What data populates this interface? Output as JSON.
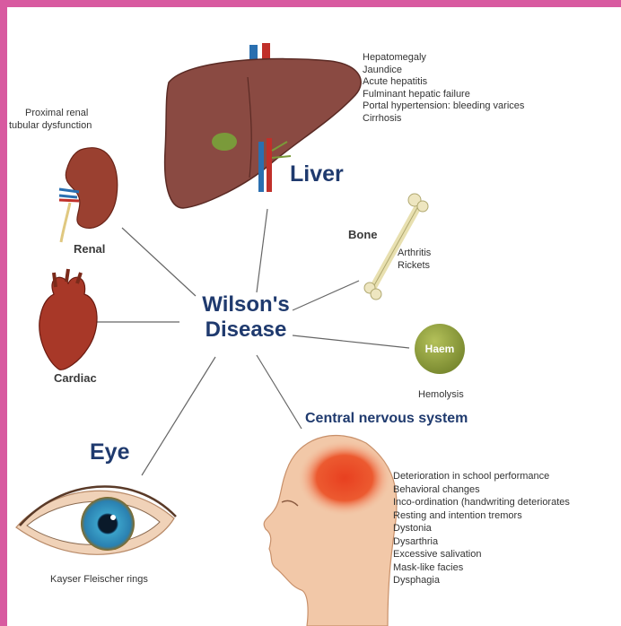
{
  "center": {
    "line1": "Wilson's",
    "line2": "Disease"
  },
  "liver": {
    "title": "Liver",
    "items": [
      "Hepatomegaly",
      "Jaundice",
      "Acute hepatitis",
      "Fulminant hepatic failure",
      "Portal hypertension: bleeding varices",
      "Cirrhosis"
    ]
  },
  "renal": {
    "title": "Renal",
    "note_line1": "Proximal renal",
    "note_line2": "tubular dysfunction"
  },
  "bone": {
    "title": "Bone",
    "items": [
      "Arthritis",
      "Rickets"
    ]
  },
  "cardiac": {
    "title": "Cardiac"
  },
  "haem": {
    "badge": "Haem",
    "note": "Hemolysis"
  },
  "cns": {
    "title": "Central nervous system",
    "items": [
      "Deterioration in school performance",
      "Behavioral changes",
      "Inco-ordination (handwriting deteriorates",
      "Resting and intention tremors",
      "Dystonia",
      "Dysarthria",
      "Excessive salivation",
      "Mask-like facies",
      "Dysphagia"
    ]
  },
  "eye": {
    "title": "Eye",
    "note": "Kayser Fleischer rings"
  },
  "colors": {
    "frame": "#d85aa0",
    "title_blue": "#1f3a6e",
    "liver": "#8a4a42",
    "haem": "#8a9a3a",
    "brain_glow": "#e84020"
  }
}
